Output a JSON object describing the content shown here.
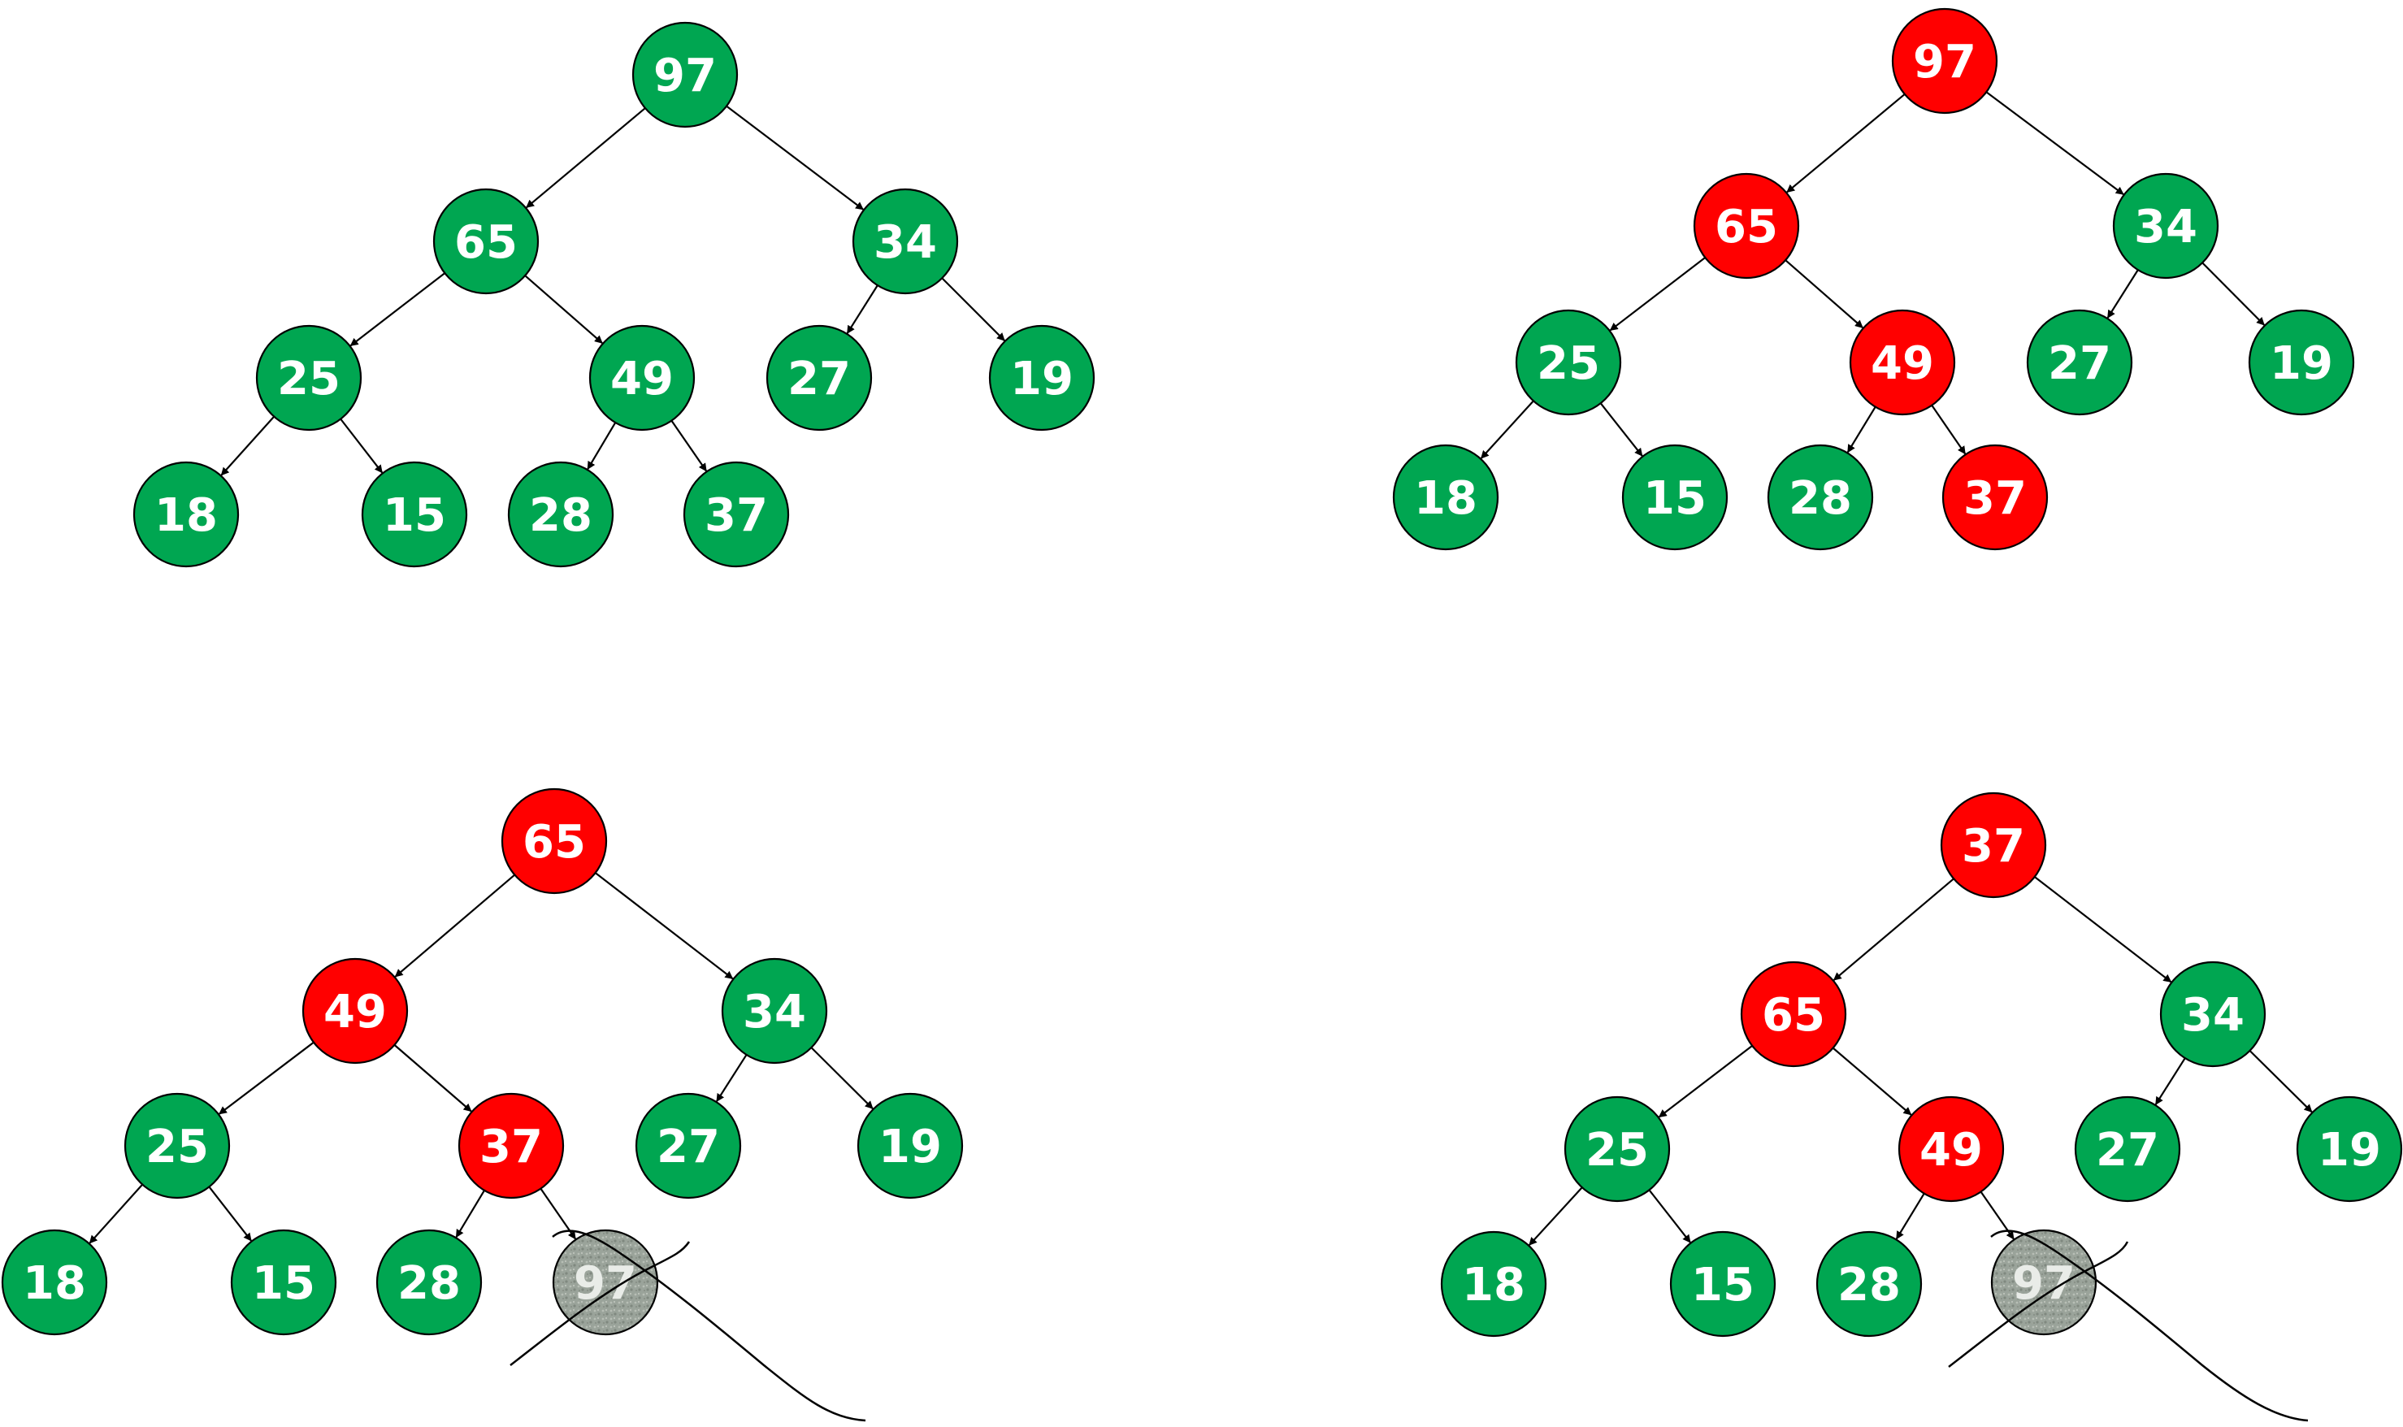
{
  "colors": {
    "normal": "#00a651",
    "highlight": "#ff0000",
    "removed": "#9aa39a",
    "stroke": "#000000",
    "label": "#ffffff"
  },
  "trees": [
    {
      "name": "tree-initial",
      "nodes": [
        {
          "id": "97",
          "label": "97",
          "state": "normal"
        },
        {
          "id": "65",
          "label": "65",
          "state": "normal"
        },
        {
          "id": "34",
          "label": "34",
          "state": "normal"
        },
        {
          "id": "25",
          "label": "25",
          "state": "normal"
        },
        {
          "id": "49",
          "label": "49",
          "state": "normal"
        },
        {
          "id": "27",
          "label": "27",
          "state": "normal"
        },
        {
          "id": "19",
          "label": "19",
          "state": "normal"
        },
        {
          "id": "18",
          "label": "18",
          "state": "normal"
        },
        {
          "id": "15",
          "label": "15",
          "state": "normal"
        },
        {
          "id": "28",
          "label": "28",
          "state": "normal"
        },
        {
          "id": "37",
          "label": "37",
          "state": "normal"
        }
      ],
      "edges": [
        [
          "97",
          "65"
        ],
        [
          "97",
          "34"
        ],
        [
          "65",
          "25"
        ],
        [
          "65",
          "49"
        ],
        [
          "34",
          "27"
        ],
        [
          "34",
          "19"
        ],
        [
          "25",
          "18"
        ],
        [
          "25",
          "15"
        ],
        [
          "49",
          "28"
        ],
        [
          "49",
          "37"
        ]
      ]
    },
    {
      "name": "tree-highlight-path",
      "nodes": [
        {
          "id": "97",
          "label": "97",
          "state": "highlight"
        },
        {
          "id": "65",
          "label": "65",
          "state": "highlight"
        },
        {
          "id": "34",
          "label": "34",
          "state": "normal"
        },
        {
          "id": "25",
          "label": "25",
          "state": "normal"
        },
        {
          "id": "49",
          "label": "49",
          "state": "highlight"
        },
        {
          "id": "27",
          "label": "27",
          "state": "normal"
        },
        {
          "id": "19",
          "label": "19",
          "state": "normal"
        },
        {
          "id": "18",
          "label": "18",
          "state": "normal"
        },
        {
          "id": "15",
          "label": "15",
          "state": "normal"
        },
        {
          "id": "28",
          "label": "28",
          "state": "normal"
        },
        {
          "id": "37",
          "label": "37",
          "state": "highlight"
        }
      ],
      "edges": [
        [
          "97",
          "65"
        ],
        [
          "97",
          "34"
        ],
        [
          "65",
          "25"
        ],
        [
          "65",
          "49"
        ],
        [
          "34",
          "27"
        ],
        [
          "34",
          "19"
        ],
        [
          "25",
          "18"
        ],
        [
          "25",
          "15"
        ],
        [
          "49",
          "28"
        ],
        [
          "49",
          "37"
        ]
      ]
    },
    {
      "name": "tree-after-shift",
      "nodes": [
        {
          "id": "65",
          "label": "65",
          "state": "highlight"
        },
        {
          "id": "49",
          "label": "49",
          "state": "highlight"
        },
        {
          "id": "34",
          "label": "34",
          "state": "normal"
        },
        {
          "id": "25",
          "label": "25",
          "state": "normal"
        },
        {
          "id": "37",
          "label": "37",
          "state": "highlight"
        },
        {
          "id": "27",
          "label": "27",
          "state": "normal"
        },
        {
          "id": "19",
          "label": "19",
          "state": "normal"
        },
        {
          "id": "18",
          "label": "18",
          "state": "normal"
        },
        {
          "id": "15",
          "label": "15",
          "state": "normal"
        },
        {
          "id": "28",
          "label": "28",
          "state": "normal"
        },
        {
          "id": "97",
          "label": "97",
          "state": "removed"
        }
      ],
      "edges": [
        [
          "65",
          "49"
        ],
        [
          "65",
          "34"
        ],
        [
          "49",
          "25"
        ],
        [
          "49",
          "37"
        ],
        [
          "34",
          "27"
        ],
        [
          "34",
          "19"
        ],
        [
          "25",
          "18"
        ],
        [
          "25",
          "15"
        ],
        [
          "37",
          "28"
        ],
        [
          "37",
          "97"
        ]
      ]
    },
    {
      "name": "tree-last-to-root",
      "nodes": [
        {
          "id": "37",
          "label": "37",
          "state": "highlight"
        },
        {
          "id": "65",
          "label": "65",
          "state": "highlight"
        },
        {
          "id": "34",
          "label": "34",
          "state": "normal"
        },
        {
          "id": "25",
          "label": "25",
          "state": "normal"
        },
        {
          "id": "49",
          "label": "49",
          "state": "highlight"
        },
        {
          "id": "27",
          "label": "27",
          "state": "normal"
        },
        {
          "id": "19",
          "label": "19",
          "state": "normal"
        },
        {
          "id": "18",
          "label": "18",
          "state": "normal"
        },
        {
          "id": "15",
          "label": "15",
          "state": "normal"
        },
        {
          "id": "28",
          "label": "28",
          "state": "normal"
        },
        {
          "id": "97",
          "label": "97",
          "state": "removed"
        }
      ],
      "edges": [
        [
          "37",
          "65"
        ],
        [
          "37",
          "34"
        ],
        [
          "65",
          "25"
        ],
        [
          "65",
          "49"
        ],
        [
          "34",
          "27"
        ],
        [
          "34",
          "19"
        ],
        [
          "25",
          "18"
        ],
        [
          "25",
          "15"
        ],
        [
          "49",
          "28"
        ],
        [
          "49",
          "97"
        ]
      ]
    }
  ]
}
